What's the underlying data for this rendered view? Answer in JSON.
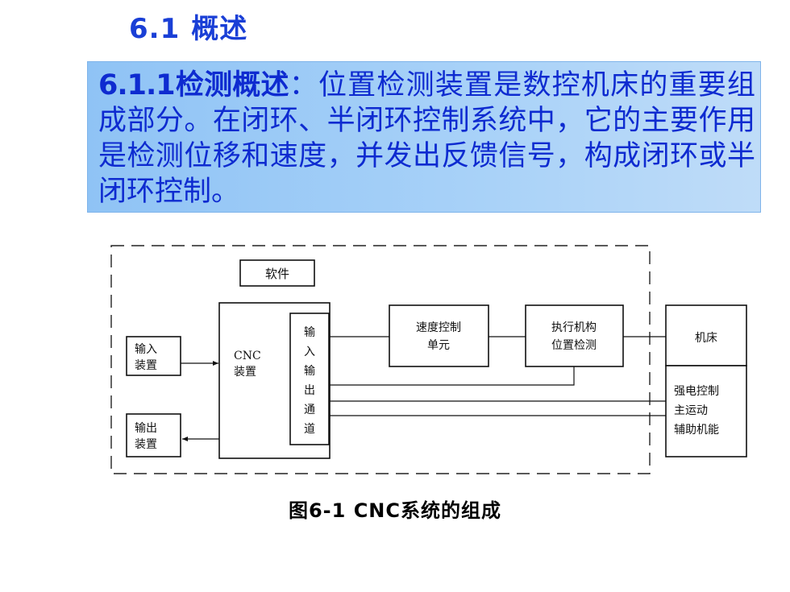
{
  "section": {
    "number": "6.1",
    "title": "概述"
  },
  "overview": {
    "heading": "6.1.1检测概述",
    "separator": "：",
    "body": "位置检测装置是数控机床的重要组成部分。在闭环、半闭环控制系统中，它的主要作用是检测位移和速度，并发出反馈信号，构成闭环或半闭环控制。"
  },
  "diagram": {
    "software": "软件",
    "input_device": [
      "输入",
      "装置"
    ],
    "output_device": [
      "输出",
      "装置"
    ],
    "cnc_device": [
      "CNC",
      "装置"
    ],
    "io_channel": [
      "输",
      "入",
      "输",
      "出",
      "通",
      "道"
    ],
    "speed_control": [
      "速度控制",
      "单元"
    ],
    "actuator": [
      "执行机构",
      "位置检测"
    ],
    "machine_tool": "机床",
    "strong_control": [
      "强电控制",
      "主运动",
      "辅助机能"
    ]
  },
  "caption": "图6-1  CNC系统的组成"
}
